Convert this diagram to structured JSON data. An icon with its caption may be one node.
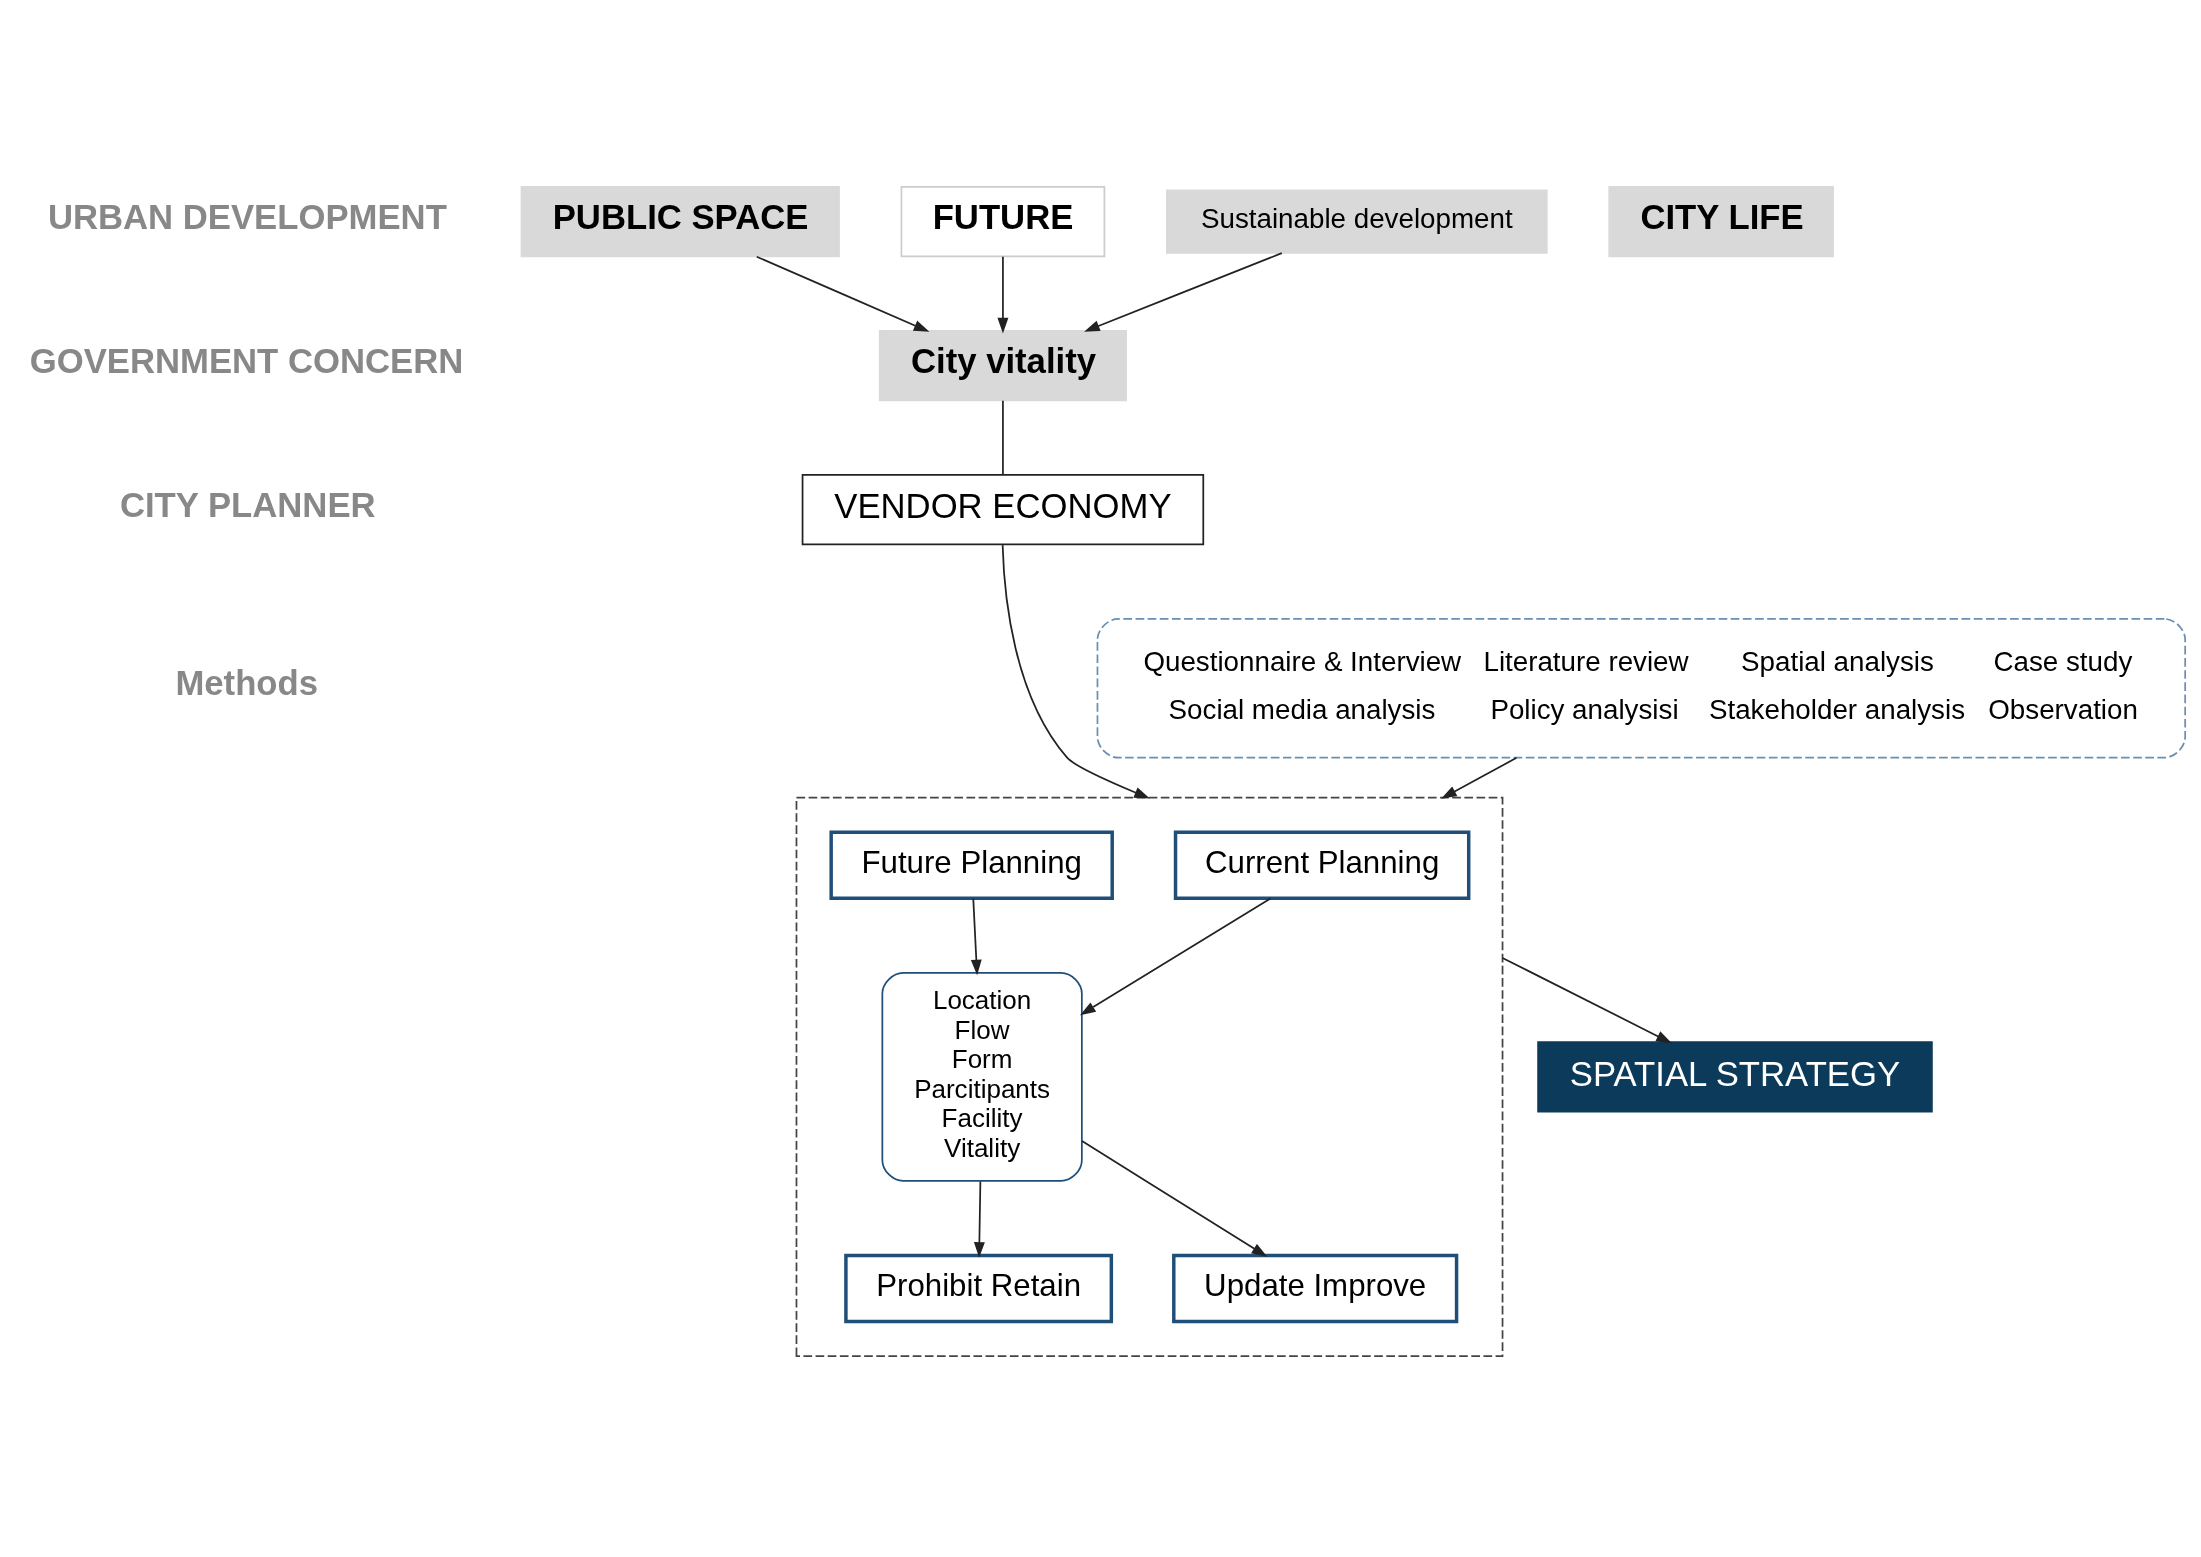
{
  "diagram": {
    "nodes": [
      {
        "text": [
          "PUBLIC SPACE"
        ]
      },
      {
        "text": [
          "CITY LIFE"
        ]
      },
      {
        "text": [
          "FUTURE"
        ]
      },
      {
        "text": [
          "Sustainable development"
        ]
      },
      {
        "text": [
          "City vitality"
        ]
      },
      {
        "text": [
          "VENDOR ECONOMY"
        ]
      },
      {
        "text": [
          "SPATIAL STRATEGY"
        ]
      },
      {
        "text": [],
        "shape": "box"
      },
      {
        "text": [
          "Current Planning"
        ],
        "in": 7
      },
      {
        "text": [
          "Future Planning"
        ],
        "in": 7
      },
      {
        "text": [
          "Location",
          "Flow",
          "Form",
          "Parcitipants",
          "Facility",
          "Vitality"
        ],
        "in": 7
      },
      {
        "text": [
          "Prohibit Retain"
        ],
        "in": 7
      },
      {
        "text": [
          "Update Improve"
        ],
        "in": 7
      },
      {
        "text": [
          "Questionnaire & Interview",
          "Literature review",
          "Spatial analysis",
          "Case study",
          "Social media analysis",
          "Policy analysisi",
          "Stakeholder analysis",
          "Observation"
        ]
      }
    ],
    "edges": [
      {
        "from": 0,
        "to": 4,
        "arrow": "to"
      },
      {
        "from": 2,
        "to": 4,
        "arrow": "to"
      },
      {
        "from": 3,
        "to": 4,
        "arrow": "to"
      },
      {
        "from": 4,
        "to": 5,
        "arrow": "none"
      },
      {
        "from": 5,
        "to": 7,
        "arrow": "to"
      },
      {
        "from": 8,
        "to": 10,
        "arrow": "to"
      },
      {
        "from": 9,
        "to": 10,
        "arrow": "to"
      },
      {
        "from": 10,
        "to": 11,
        "arrow": "to"
      },
      {
        "from": 10,
        "to": 12,
        "arrow": "to"
      },
      {
        "from": 7,
        "to": 6,
        "arrow": "to"
      },
      {
        "from": 13,
        "to": 7,
        "arrow": "to"
      }
    ],
    "labels": [
      "URBAN DEVELOPMENT",
      "GOVERNMENT CONCERN",
      "CITY PLANNER",
      "Methods"
    ]
  }
}
